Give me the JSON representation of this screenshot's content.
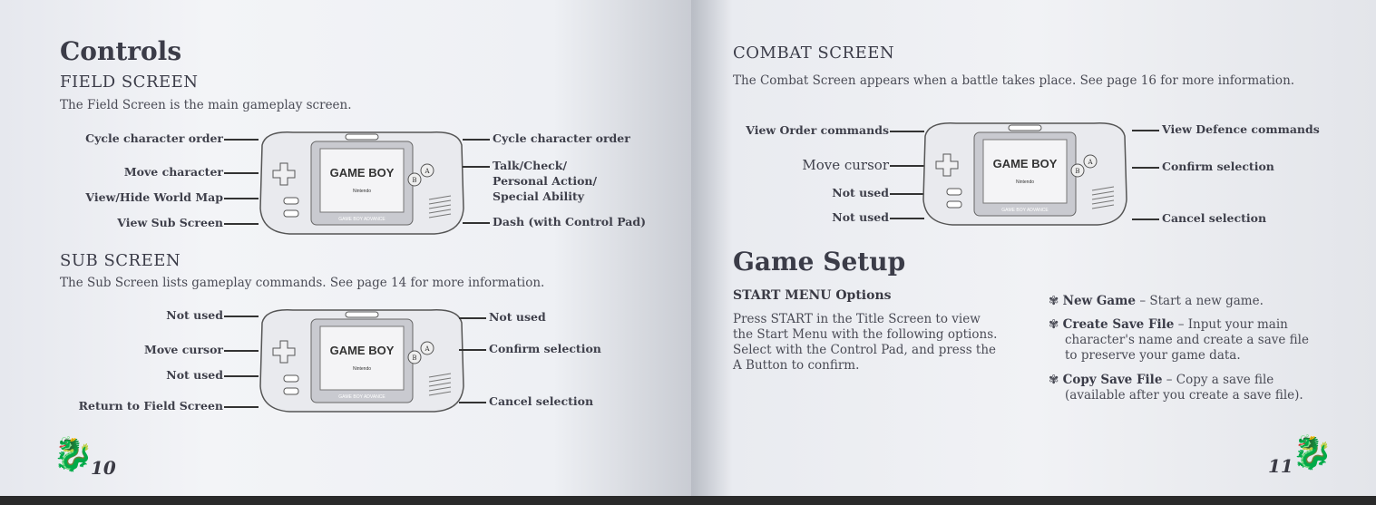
{
  "left": {
    "title": "Controls",
    "field": {
      "heading": "FIELD SCREEN",
      "desc": "The Field Screen is the main gameplay screen.",
      "labels_left": [
        "Cycle character order",
        "Move character",
        "View/Hide World Map",
        "View Sub Screen"
      ],
      "labels_right": [
        "Cycle character order",
        "Talk/Check/",
        "Personal Action/",
        "Special Ability",
        "Dash (with Control Pad)"
      ]
    },
    "sub": {
      "heading": "SUB SCREEN",
      "desc": "The Sub Screen lists gameplay commands. See page 14 for more information.",
      "labels_left": [
        "Not used",
        "Move cursor",
        "Not used",
        "Return to Field Screen"
      ],
      "labels_right": [
        "Not used",
        "Confirm selection",
        "Cancel selection"
      ]
    },
    "page_number": "10"
  },
  "right": {
    "combat": {
      "heading": "COMBAT SCREEN",
      "desc": "The Combat Screen appears when a battle takes place. See page 16 for more information.",
      "labels_left": [
        "View Order commands",
        "Move cursor",
        "Not used",
        "Not used"
      ],
      "labels_right": [
        "View Defence commands",
        "Confirm selection",
        "Cancel selection"
      ]
    },
    "setup": {
      "title": "Game Setup",
      "subheading": "START MENU Options",
      "desc": [
        "Press START in the Title Screen to view",
        "the Start Menu with the following options.",
        "Select with the Control Pad, and press the",
        "A Button to confirm."
      ],
      "options": [
        {
          "name": "New Game",
          "text": "– Start a new game."
        },
        {
          "name": "Create Save File",
          "text": "– Input your main character's name and create a save file to preserve your game data."
        },
        {
          "name": "Copy Save File",
          "text": "– Copy a save file (available after you create a save file)."
        }
      ]
    },
    "page_number": "11"
  },
  "gba": {
    "brand": "GAME BOY",
    "maker": "Nintendo",
    "model": "GAME BOY ADVANCE"
  }
}
